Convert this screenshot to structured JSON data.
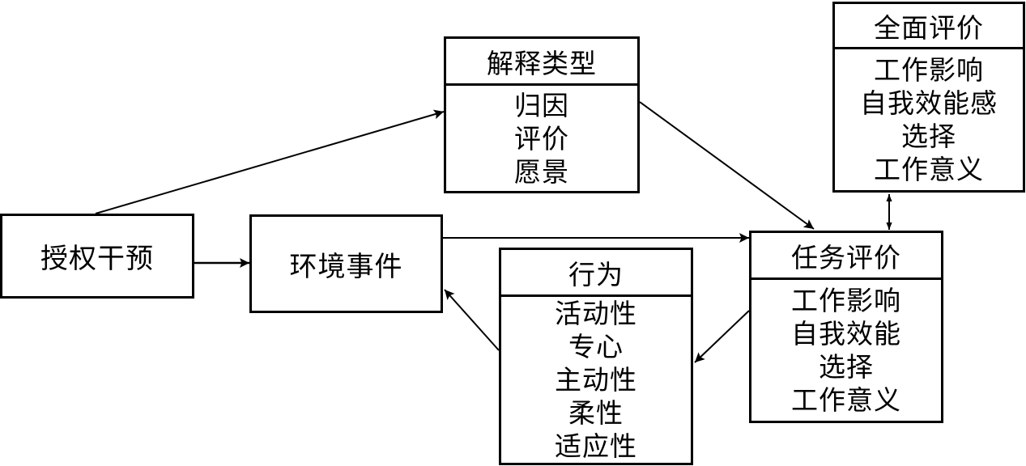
{
  "nodes": {
    "empower": {
      "label": "授权干预"
    },
    "env": {
      "label": "环境事件"
    },
    "interp": {
      "title": "解释类型",
      "items": [
        "归因",
        "评价",
        "愿景"
      ]
    },
    "global": {
      "title": "全面评价",
      "items": [
        "工作影响",
        "自我效能感",
        "选择",
        "工作意义"
      ]
    },
    "task": {
      "title": "任务评价",
      "items": [
        "工作影响",
        "自我效能",
        "选择",
        "工作意义"
      ]
    },
    "behavior": {
      "title": "行为",
      "items": [
        "活动性",
        "专心",
        "主动性",
        "柔性",
        "适应性"
      ]
    }
  },
  "colors": {
    "stroke": "#000000",
    "background": "#ffffff"
  }
}
